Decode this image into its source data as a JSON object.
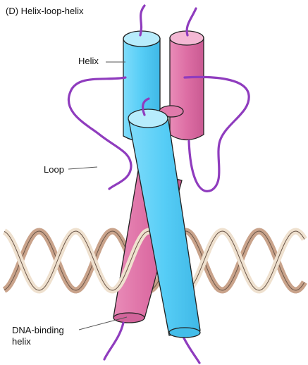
{
  "panel_title": "(D)  Helix-loop-helix",
  "labels": {
    "helix": "Helix",
    "loop": "Loop",
    "dna_binding_line1": "DNA-binding",
    "dna_binding_line2": "helix"
  },
  "colors": {
    "blue_helix": "#56cdf6",
    "blue_helix_top": "#b7ecfc",
    "pink_helix": "#dd6ea4",
    "pink_helix_top": "#f4b8d4",
    "loop": "#8f3cbe",
    "dna_light": "#efe1cf",
    "dna_dark": "#c9a38b",
    "outline": "#222222"
  }
}
